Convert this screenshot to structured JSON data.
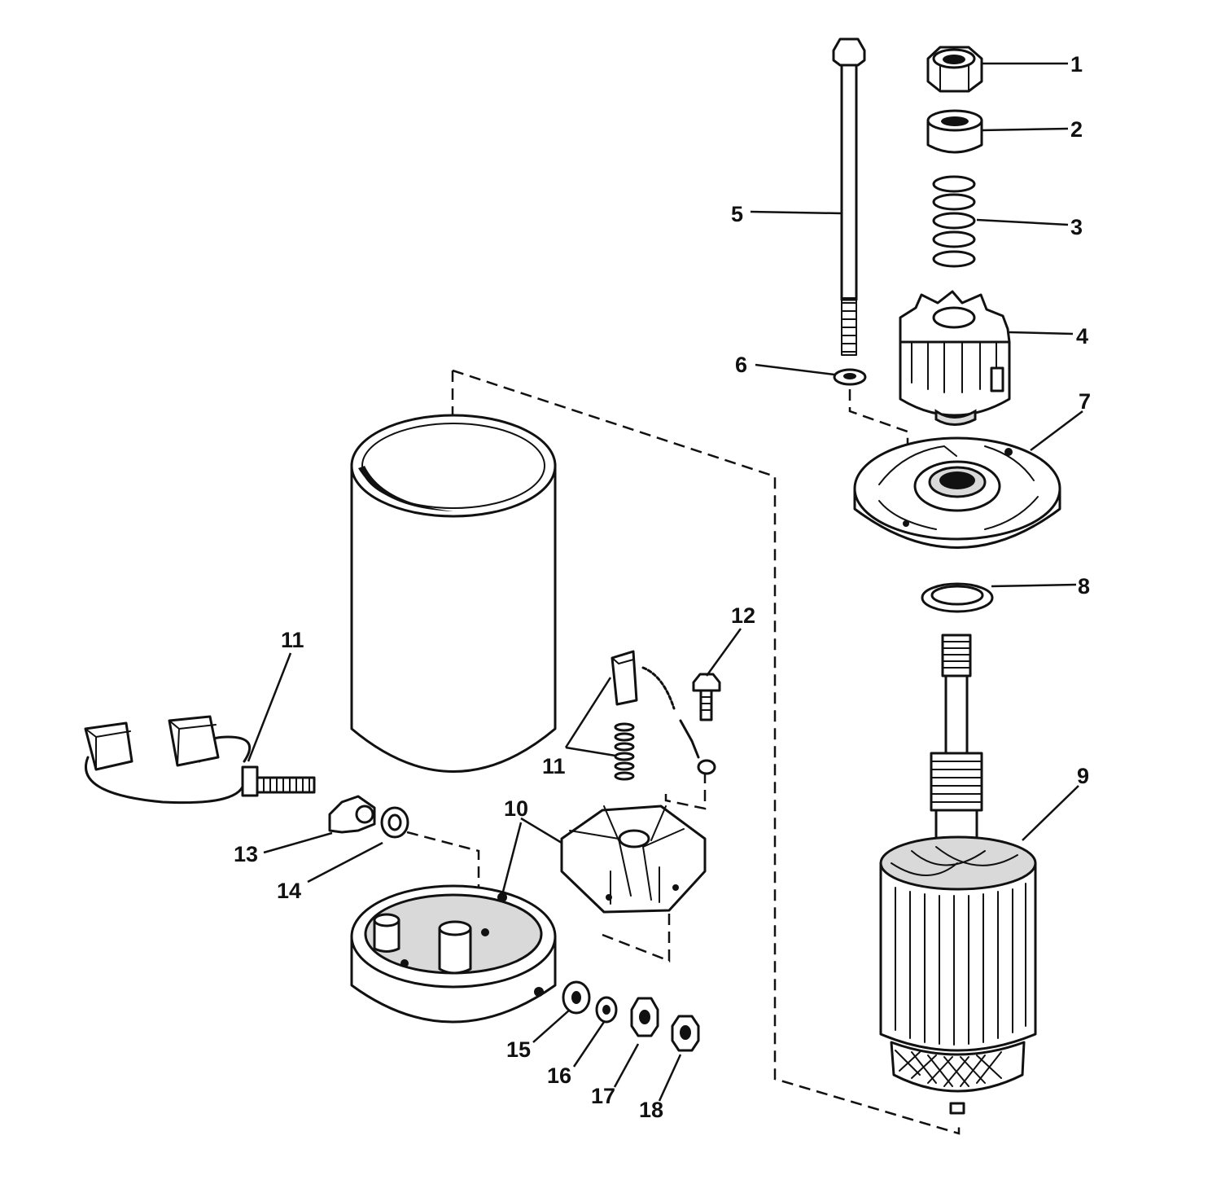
{
  "callouts": {
    "c1": "1",
    "c2": "2",
    "c3": "3",
    "c4": "4",
    "c5": "5",
    "c6": "6",
    "c7": "7",
    "c8": "8",
    "c9": "9",
    "c10": "10",
    "c11a": "11",
    "c11b": "11",
    "c12": "12",
    "c13": "13",
    "c14": "14",
    "c15": "15",
    "c16": "16",
    "c17": "17",
    "c18": "18"
  },
  "colors": {
    "ink": "#111111",
    "paper": "#ffffff"
  }
}
